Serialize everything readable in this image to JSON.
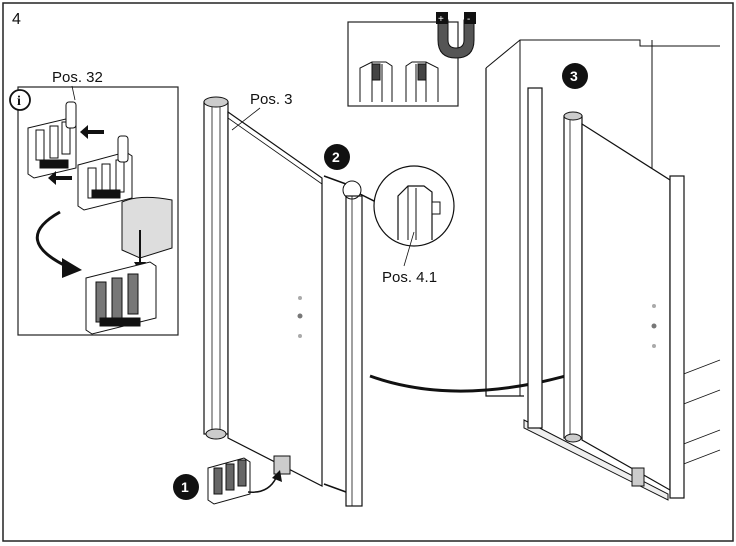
{
  "page": {
    "step_number": "4"
  },
  "info_box": {
    "icon_label": "i",
    "part_label": "Pos. 32"
  },
  "labels": {
    "pos3": "Pos. 3",
    "pos41": "Pos. 4.1"
  },
  "magnet": {
    "plus": "+",
    "minus": "-"
  },
  "steps": {
    "s1": "1",
    "s2": "2",
    "s3": "3"
  }
}
